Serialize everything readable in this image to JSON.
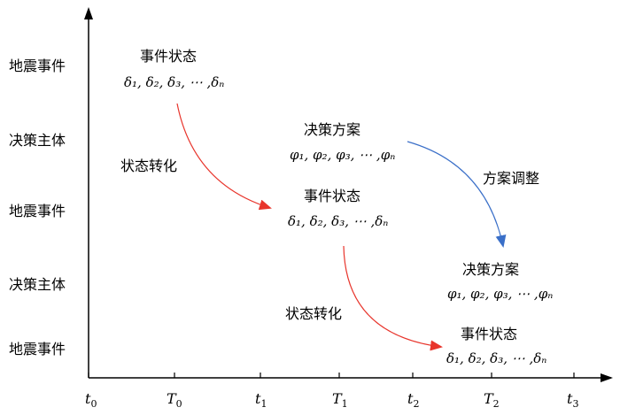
{
  "row_labels": [
    "地震事件",
    "决策主体",
    "地震事件",
    "决策主体",
    "地震事件"
  ],
  "x_ticks": [
    {
      "sym": "t",
      "sub": "0"
    },
    {
      "sym": "T",
      "sub": "0"
    },
    {
      "sym": "t",
      "sub": "1"
    },
    {
      "sym": "T",
      "sub": "1"
    },
    {
      "sym": "t",
      "sub": "2"
    },
    {
      "sym": "T",
      "sub": "2"
    },
    {
      "sym": "t",
      "sub": "3"
    }
  ],
  "nodes": [
    {
      "title": "事件状态",
      "seq": "δ₁, δ₂, δ₃, ⋯ ,δₙ"
    },
    {
      "title": "决策方案",
      "seq": "φ₁, φ₂, φ₃, ⋯ ,φₙ"
    },
    {
      "title": "事件状态",
      "seq": "δ₁, δ₂, δ₃, ⋯ ,δₙ"
    },
    {
      "title": "决策方案",
      "seq": "φ₁, φ₂, φ₃, ⋯ ,φₙ"
    },
    {
      "title": "事件状态",
      "seq": "δ₁, δ₂, δ₃, ⋯ ,δₙ"
    }
  ],
  "transitions": [
    {
      "label": "状态转化",
      "color": "#e8352c"
    },
    {
      "label": "方案调整",
      "color": "#3a6fc8"
    },
    {
      "label": "状态转化",
      "color": "#e8352c"
    }
  ]
}
